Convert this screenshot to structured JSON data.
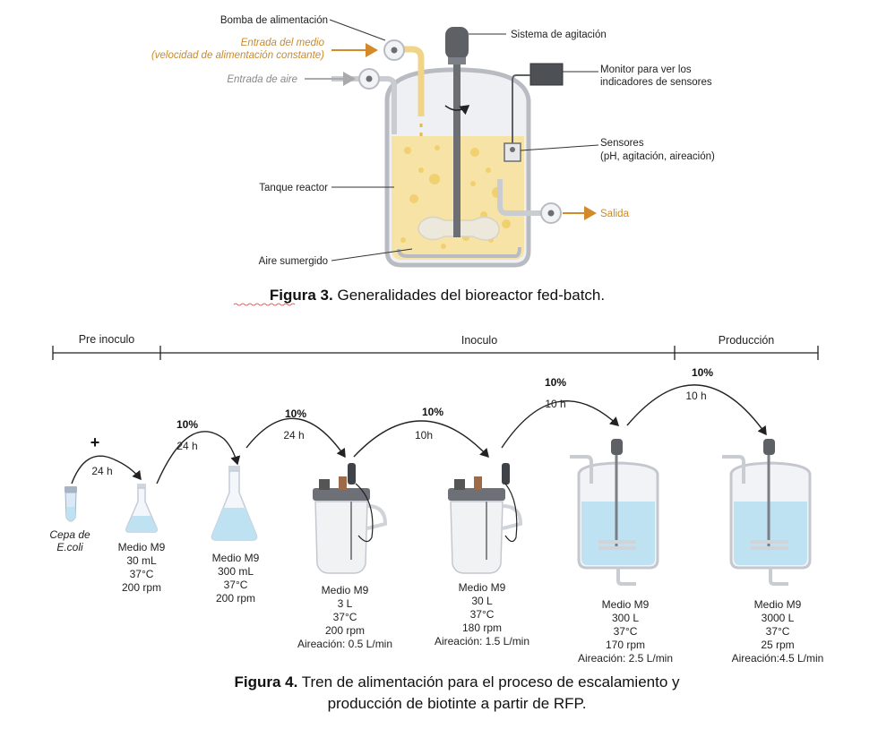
{
  "figure3": {
    "labels": {
      "pump": "Bomba de alimentación",
      "medium_in_1": "Entrada del medio",
      "medium_in_2": "(velocidad de alimentación constante)",
      "air_in": "Entrada de aire",
      "agitation": "Sistema de agitación",
      "monitor_1": "Monitor para ver los",
      "monitor_2": "indicadores de sensores",
      "sensors_1": "Sensores",
      "sensors_2": "(pH, agitación, aireación)",
      "tank": "Tanque reactor",
      "outlet": "Salida",
      "sparger": "Aire sumergido"
    },
    "caption_bold": "Figura 3.",
    "caption_text": " Generalidades del bioreactor fed-batch."
  },
  "figure4": {
    "phases": [
      "Pre inoculo",
      "Inoculo",
      "Producción"
    ],
    "plus": "+",
    "cepa": [
      "Cepa de",
      "E.coli"
    ],
    "transfers": [
      {
        "pct": "",
        "time": "24 h"
      },
      {
        "pct": "10%",
        "time": "24 h"
      },
      {
        "pct": "10%",
        "time": "24 h"
      },
      {
        "pct": "10%",
        "time": "10h"
      },
      {
        "pct": "10%",
        "time": "10 h"
      },
      {
        "pct": "10%",
        "time": "10 h"
      }
    ],
    "steps": [
      {
        "lines": [
          "Medio M9",
          "30 mL",
          "37°C",
          "200 rpm"
        ]
      },
      {
        "lines": [
          "Medio M9",
          "300 mL",
          "37°C",
          "200 rpm"
        ]
      },
      {
        "lines": [
          "Medio M9",
          "3 L",
          "37°C",
          "200 rpm",
          "Aireación: 0.5 L/min"
        ]
      },
      {
        "lines": [
          "Medio M9",
          "30 L",
          "37°C",
          "180 rpm",
          "Aireación: 1.5 L/min"
        ]
      },
      {
        "lines": [
          "Medio M9",
          "300 L",
          "37°C",
          "170 rpm",
          "Aireación: 2.5 L/min"
        ]
      },
      {
        "lines": [
          "Medio M9",
          "3000 L",
          "37°C",
          "25 rpm",
          "Aireación:4.5 L/min"
        ]
      }
    ],
    "caption_bold": "Figura 4.",
    "caption_text_1": " Tren de alimentación para el proceso de escalamiento y",
    "caption_text_2": "producción de biotinte a partir de RFP."
  },
  "colors": {
    "orange": "#c98a2c",
    "liquid_yellow": "#f7e3a6",
    "liquid_blue": "#bfe2f2",
    "vessel_gray": "#c9ccd1"
  }
}
